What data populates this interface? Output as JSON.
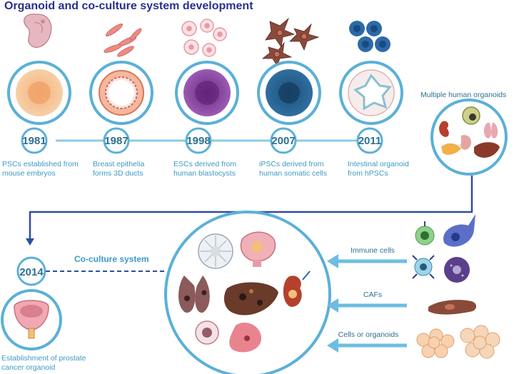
{
  "title": "Organoid and co-culture system development",
  "timeline": [
    {
      "year": "1981",
      "caption_line1": "PSCs established from",
      "caption_line2": "mouse embryos"
    },
    {
      "year": "1987",
      "caption_line1": "Breast epithelia",
      "caption_line2": "forms 3D ducts"
    },
    {
      "year": "1998",
      "caption_line1": "ESCs derived from",
      "caption_line2": "human blastocysts"
    },
    {
      "year": "2007",
      "caption_line1": "iPSCs derived from",
      "caption_line2": "human somatic cells"
    },
    {
      "year": "2011",
      "caption_line1": "Intestinal organoid",
      "caption_line2": "from hPSCs"
    }
  ],
  "multiple_organoids_label": "Multiple human organoids",
  "bottom": {
    "year": "2014",
    "coculture_label": "Co-culture system",
    "caption_line1": "Establishment of prostate",
    "caption_line2": "cancer organoid"
  },
  "inputs": [
    {
      "label": "Immune cells"
    },
    {
      "label": "CAFs"
    },
    {
      "label": "Cells or organoids"
    }
  ],
  "colors": {
    "title": "#2a2f8f",
    "accent": "#5bb0d8",
    "line": "#2c4fa0",
    "caption": "#3d9ac4"
  }
}
